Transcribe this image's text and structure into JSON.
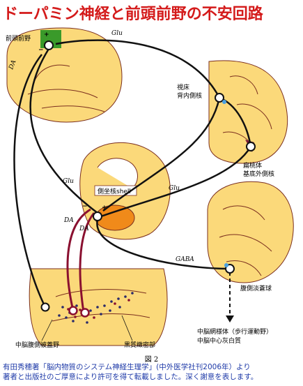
{
  "title": "ドーパミン神経と前頭前野の不安回路",
  "labels": {
    "prefrontal": "前頭前野",
    "glu_top": "Glu",
    "da_left": "DA",
    "thalamus_line1": "視床",
    "thalamus_line2": "背内側核",
    "amygdala_line1": "扁桃体",
    "amygdala_line2": "基底外側核",
    "glu_left": "Glu",
    "glu_right": "Glu",
    "nac_shell": "側坐核shell",
    "da_mid1": "DA",
    "da_mid2": "DA",
    "gaba": "GABA",
    "vp": "腹側淡蒼球",
    "mlr_line1": "中脳網様体（歩行運動野）",
    "mlr_line2": "中脳中心灰白質",
    "vta": "中脳腹側被蓋野",
    "sn": "黒質緻密部",
    "plus": "+",
    "minus": "−"
  },
  "figure_label": "図 2",
  "credit_line1": "有田秀穂著「脳内物質のシステム神経生理学」(中外医学社刊2006年）より",
  "credit_line2": "著者と出版社のご厚意により許可を得て転載しました。深く謝意を表します。",
  "colors": {
    "title": "#d41a1a",
    "brain_fill": "#fbd97a",
    "brain_outline": "#7a2e1e",
    "pathway": "#111111",
    "da_pathway": "#8a1030",
    "prefrontal_green": "#3a9a2a",
    "nac_orange": "#f08a1a",
    "credit": "#1e3aa8"
  }
}
